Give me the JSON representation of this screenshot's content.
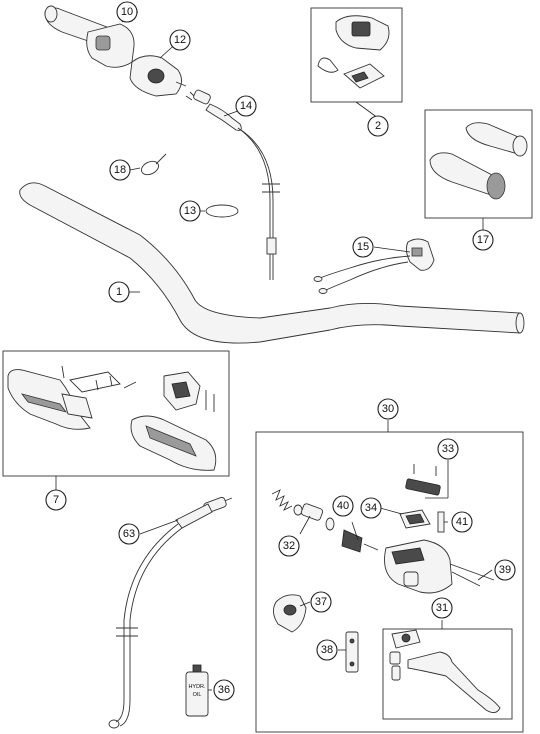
{
  "callouts": {
    "c1": "1",
    "c2": "2",
    "c7": "7",
    "c10": "10",
    "c12": "12",
    "c13": "13",
    "c14": "14",
    "c15": "15",
    "c17": "17",
    "c18": "18",
    "c30": "30",
    "c31": "31",
    "c32": "32",
    "c33": "33",
    "c34": "34",
    "c36": "36",
    "c37": "37",
    "c38": "38",
    "c39": "39",
    "c40": "40",
    "c41": "41",
    "c63": "63"
  },
  "oil_bottle": {
    "label_line1": "HYDR.",
    "label_line2": "OIL"
  }
}
